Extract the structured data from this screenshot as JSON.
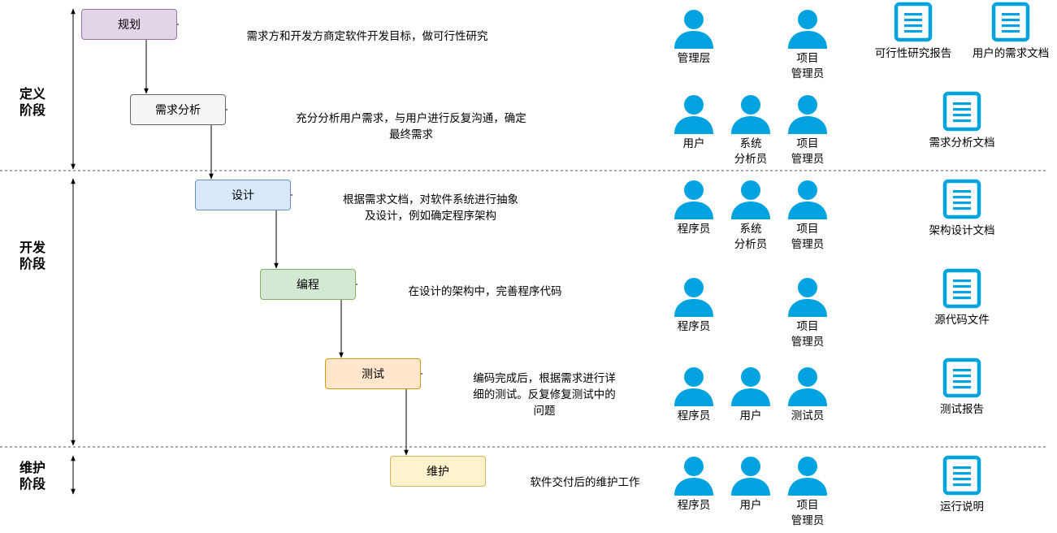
{
  "colors": {
    "icon_blue": "#00a3e0",
    "line": "#000000",
    "guide": "#555555"
  },
  "phases": [
    {
      "line1": "定义",
      "line2": "阶段"
    },
    {
      "line1": "开发",
      "line2": "阶段"
    },
    {
      "line1": "维护",
      "line2": "阶段"
    }
  ],
  "stages": [
    {
      "label": "规划",
      "fill": "#e1d5e7",
      "stroke": "#9673a6"
    },
    {
      "label": "需求分析",
      "fill": "#f5f5f5",
      "stroke": "#666666"
    },
    {
      "label": "设计",
      "fill": "#dae8fc",
      "stroke": "#6c8ebf"
    },
    {
      "label": "编程",
      "fill": "#d5e8d4",
      "stroke": "#82b366"
    },
    {
      "label": "测试",
      "fill": "#ffe6cc",
      "stroke": "#d79b00"
    },
    {
      "label": "维护",
      "fill": "#fff2cc",
      "stroke": "#d6b656"
    }
  ],
  "descriptions": [
    {
      "line1": "需求方和开发方商定软件开发目标，做可行性研究",
      "line2": "",
      "line3": ""
    },
    {
      "line1": "充分分析用户需求，与用户进行反复沟通，确定",
      "line2": "最终需求",
      "line3": ""
    },
    {
      "line1": "根据需求文档，对软件系统进行抽象",
      "line2": "及设计，例如确定程序架构",
      "line3": ""
    },
    {
      "line1": "在设计的架构中，完善程序代码",
      "line2": "",
      "line3": ""
    },
    {
      "line1": "编码完成后，根据需求进行详",
      "line2": "细的测试。反复修复测试中的",
      "line3": "问题"
    },
    {
      "line1": "软件交付后的维护工作",
      "line2": "",
      "line3": ""
    }
  ],
  "roles": [
    [
      {
        "col": 0,
        "line1": "管理层",
        "line2": ""
      },
      {
        "col": 2,
        "line1": "项目",
        "line2": "管理员"
      }
    ],
    [
      {
        "col": 0,
        "line1": "用户",
        "line2": ""
      },
      {
        "col": 1,
        "line1": "系统",
        "line2": "分析员"
      },
      {
        "col": 2,
        "line1": "项目",
        "line2": "管理员"
      }
    ],
    [
      {
        "col": 0,
        "line1": "程序员",
        "line2": ""
      },
      {
        "col": 1,
        "line1": "系统",
        "line2": "分析员"
      },
      {
        "col": 2,
        "line1": "项目",
        "line2": "管理员"
      }
    ],
    [
      {
        "col": 0,
        "line1": "程序员",
        "line2": ""
      },
      {
        "col": 2,
        "line1": "项目",
        "line2": "管理员"
      }
    ],
    [
      {
        "col": 0,
        "line1": "程序员",
        "line2": ""
      },
      {
        "col": 1,
        "line1": "用户",
        "line2": ""
      },
      {
        "col": 2,
        "line1": "测试员",
        "line2": ""
      }
    ],
    [
      {
        "col": 0,
        "line1": "程序员",
        "line2": ""
      },
      {
        "col": 1,
        "line1": "用户",
        "line2": ""
      },
      {
        "col": 2,
        "line1": "项目",
        "line2": "管理员"
      }
    ]
  ],
  "documents": [
    [
      {
        "label": "可行性研究报告"
      },
      {
        "label": "用户的需求文档"
      }
    ],
    [
      {
        "label": "需求分析文档"
      }
    ],
    [
      {
        "label": "架构设计文档"
      }
    ],
    [
      {
        "label": "源代码文件"
      }
    ],
    [
      {
        "label": "测试报告"
      }
    ],
    [
      {
        "label": "运行说明"
      }
    ]
  ]
}
